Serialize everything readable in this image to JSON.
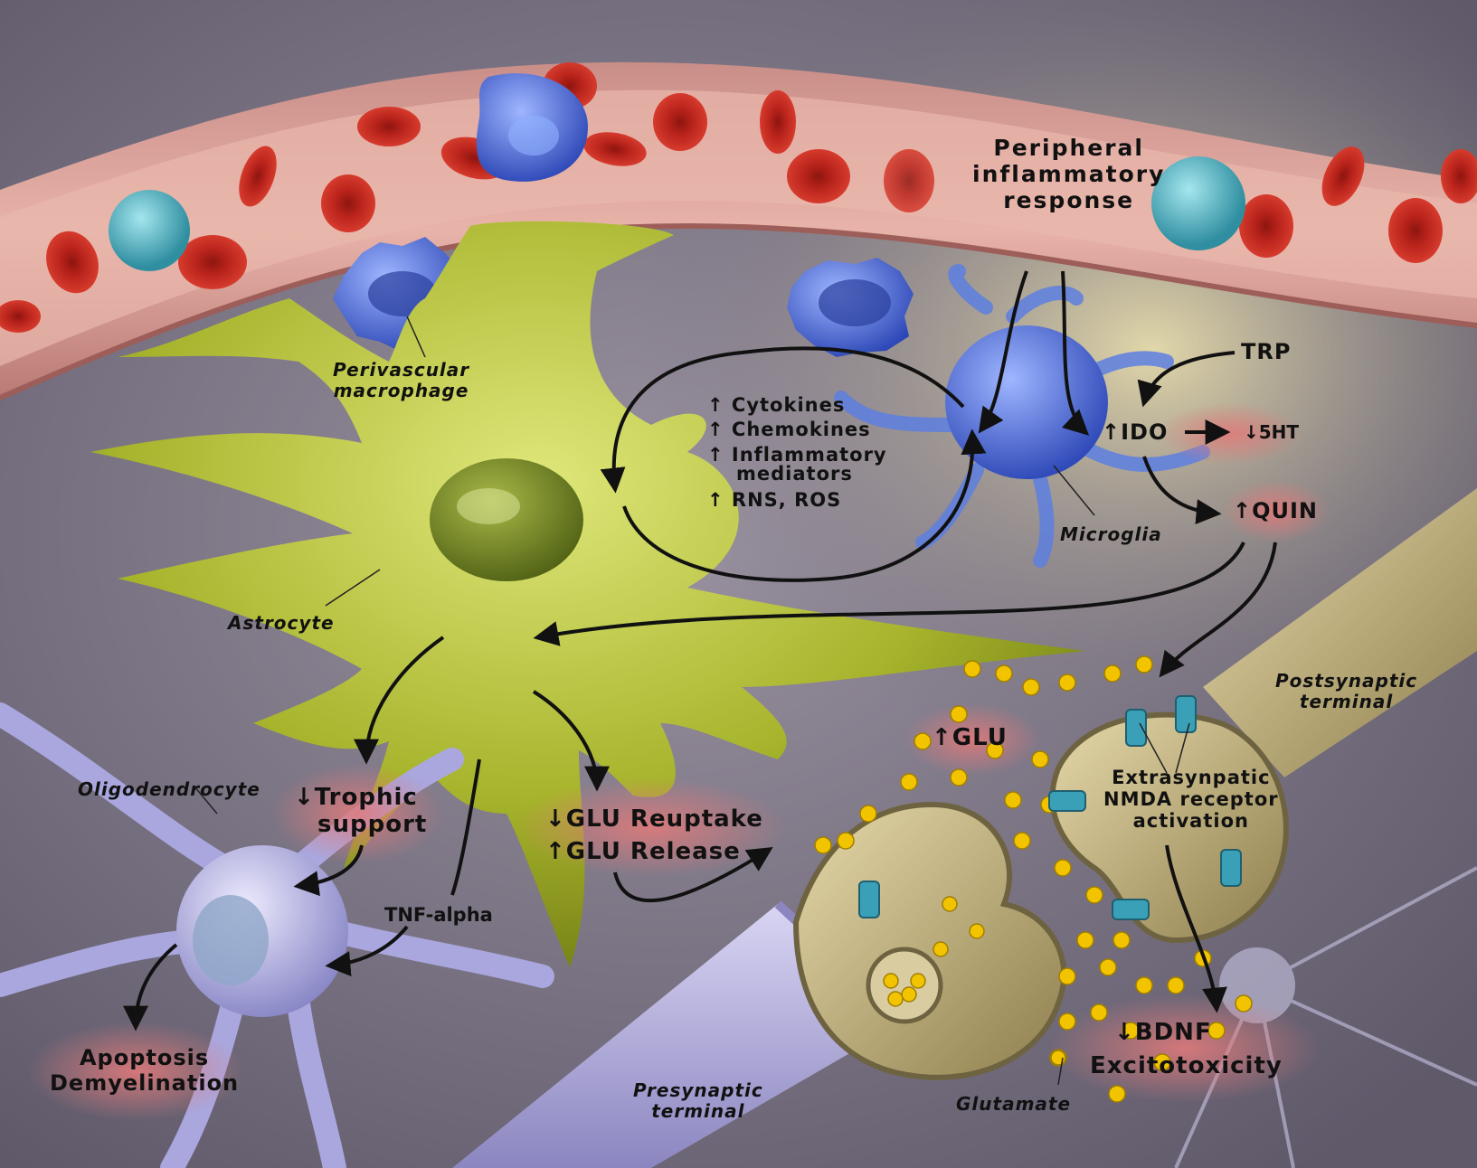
{
  "labels": {
    "peripheral": [
      "Peripheral",
      "inflammatory",
      "response"
    ],
    "perivascular": [
      "Perivascular",
      "macrophage"
    ],
    "astrocyte": "Astrocyte",
    "microglia": "Microglia",
    "oligodendrocyte": "Oligodendrocyte",
    "presynaptic": [
      "Presynaptic",
      "terminal"
    ],
    "postsynaptic": [
      "Postsynaptic",
      "terminal"
    ],
    "glutamate": "Glutamate",
    "trp": "TRP",
    "ido": "↑IDO",
    "ht5": "↓5HT",
    "quin": "↑QUIN",
    "mediators": [
      "↑ Cytokines",
      "↑ Chemokines",
      "↑ Inflammatory",
      "mediators",
      "↑ RNS, ROS"
    ],
    "trophic": [
      "↓Trophic",
      "support"
    ],
    "glu_reuptake": "↓GLU Reuptake",
    "glu_release": "↑GLU Release",
    "tnf": "TNF-alpha",
    "apoptosis": [
      "Apoptosis",
      "Demyelination"
    ],
    "glu_up": "↑GLU",
    "nmda": [
      "Extrasynpatic",
      "NMDA receptor",
      "activation"
    ],
    "bdnf": "↓BDNF",
    "excito": "Excitotoxicity"
  },
  "colors": {
    "background": "#6f6a78",
    "vessel": "#d9a19a",
    "rbc": "#c7281f",
    "astrocyte": "#a7b42c",
    "microglia": "#4a6fd8",
    "macrophage": "#3f6fd1",
    "oligodendrocyte": "#b9b8e8",
    "terminal": "#cdbd8c",
    "glutamate": "#f2c400",
    "receptor": "#3aa0b8",
    "highlight": "#e07a7a"
  }
}
